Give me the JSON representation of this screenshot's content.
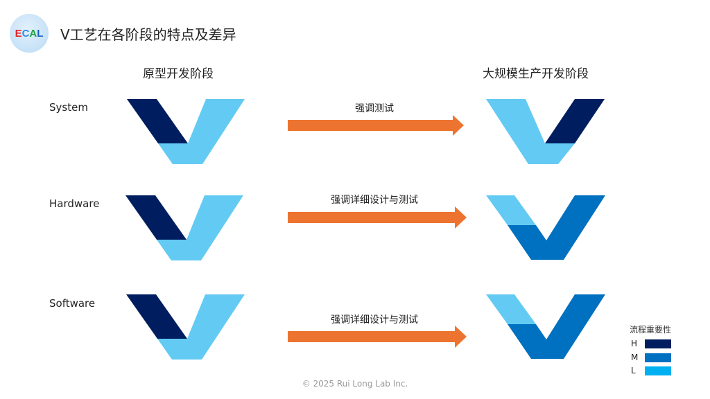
{
  "header": {
    "logo_text": [
      "E",
      "C",
      "A",
      "L"
    ],
    "title": "V工艺在各阶段的特点及差异"
  },
  "phases": {
    "prototype": "原型开发阶段",
    "mass_production": "大规模生产开发阶段"
  },
  "colors": {
    "H": "#001e5f",
    "M": "#0070c0",
    "L": "#63cbf3",
    "arrow": "#ed7430"
  },
  "rows": [
    {
      "label": "System",
      "arrow_text": "强调测试",
      "prototype": {
        "upper_left": "H",
        "right_and_bottom": "L"
      },
      "mass_production": {
        "left_and_bottom": "L",
        "upper_right": "H"
      }
    },
    {
      "label": "Hardware",
      "arrow_text": "强调详细设计与测试",
      "prototype": {
        "upper_left": "H",
        "right_and_bottom": "L"
      },
      "mass_production": {
        "upper_left": "L",
        "right_and_bottom": "M"
      }
    },
    {
      "label": "Software",
      "arrow_text": "强调详细设计与测试",
      "prototype": {
        "upper_left": "H",
        "right_and_bottom": "L"
      },
      "mass_production": {
        "upper_left": "L",
        "right_and_bottom": "M"
      }
    }
  ],
  "legend": {
    "title": "流程重要性",
    "items": [
      {
        "key": "H",
        "color": "#001e5f"
      },
      {
        "key": "M",
        "color": "#0070c0"
      },
      {
        "key": "L",
        "color": "#00b0f0"
      }
    ]
  },
  "footer": "© 2025 Rui Long Lab Inc."
}
